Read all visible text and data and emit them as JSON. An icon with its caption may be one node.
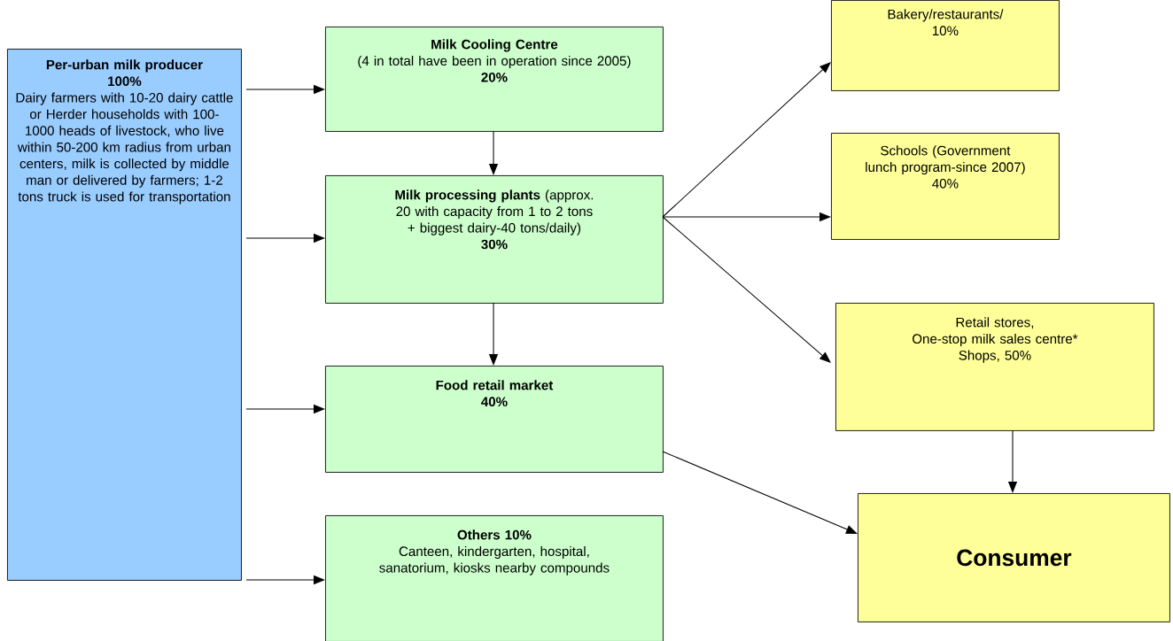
{
  "diagram": {
    "nodes": [
      {
        "text": [
          "Per-urban milk producer",
          "100%",
          "Dairy farmers with 10-20 dairy cattle or Herder households with 100-1000 heads of livestock, who live within 50-200 km radius from urban centers, milk is collected by middle man or delivered by farmers; 1-2 tons truck is used for transportation"
        ]
      },
      {
        "text": [
          "Milk Cooling Centre",
          "(4 in total have been in operation since 2005)",
          "20%"
        ]
      },
      {
        "text": [
          "**Milk processing plants** (approx. 20 with capacity from 1 to 2 tons + biggest dairy-40 tons/daily)",
          "30%"
        ]
      },
      {
        "text": [
          "Food retail market",
          "40%"
        ]
      },
      {
        "text": [
          "Others 10%",
          "Canteen, kindergarten, hospital, sanatorium, kiosks nearby compounds"
        ]
      },
      {
        "text": [
          "Bakery/restaurants/",
          "10%"
        ]
      },
      {
        "text": [
          "Schools (Government lunch program-since 2007)",
          "40%"
        ]
      },
      {
        "text": [
          "Retail stores,",
          "One-stop milk sales centre*",
          "Shops, 50%"
        ]
      },
      {
        "text": [
          "Consumer"
        ]
      }
    ],
    "edges": [
      {
        "from": 0,
        "to": 1,
        "arrow": "to"
      },
      {
        "from": 0,
        "to": 2,
        "arrow": "to"
      },
      {
        "from": 0,
        "to": 3,
        "arrow": "to"
      },
      {
        "from": 0,
        "to": 4,
        "arrow": "to"
      },
      {
        "from": 1,
        "to": 2,
        "arrow": "to"
      },
      {
        "from": 2,
        "to": 3,
        "arrow": "to"
      },
      {
        "from": 2,
        "to": 5,
        "arrow": "to"
      },
      {
        "from": 2,
        "to": 6,
        "arrow": "to"
      },
      {
        "from": 2,
        "to": 7,
        "arrow": "to"
      },
      {
        "from": 3,
        "to": 8,
        "arrow": "to"
      },
      {
        "from": 7,
        "to": 8,
        "arrow": "to"
      }
    ]
  }
}
